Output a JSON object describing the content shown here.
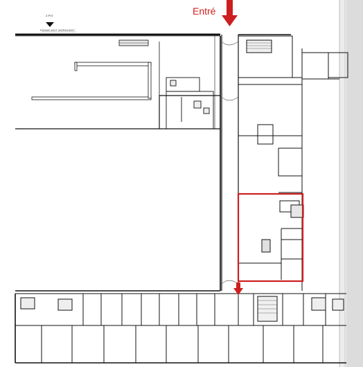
{
  "drawing": {
    "entrance_label": "Entré",
    "section_marker_ref": "2-P01",
    "section_marker_label": "FASAD MOT NORDVÄST",
    "highlight_color": "#cc1f1f",
    "wall_color": "#111111",
    "hatch_color": "#d8d8d8"
  }
}
